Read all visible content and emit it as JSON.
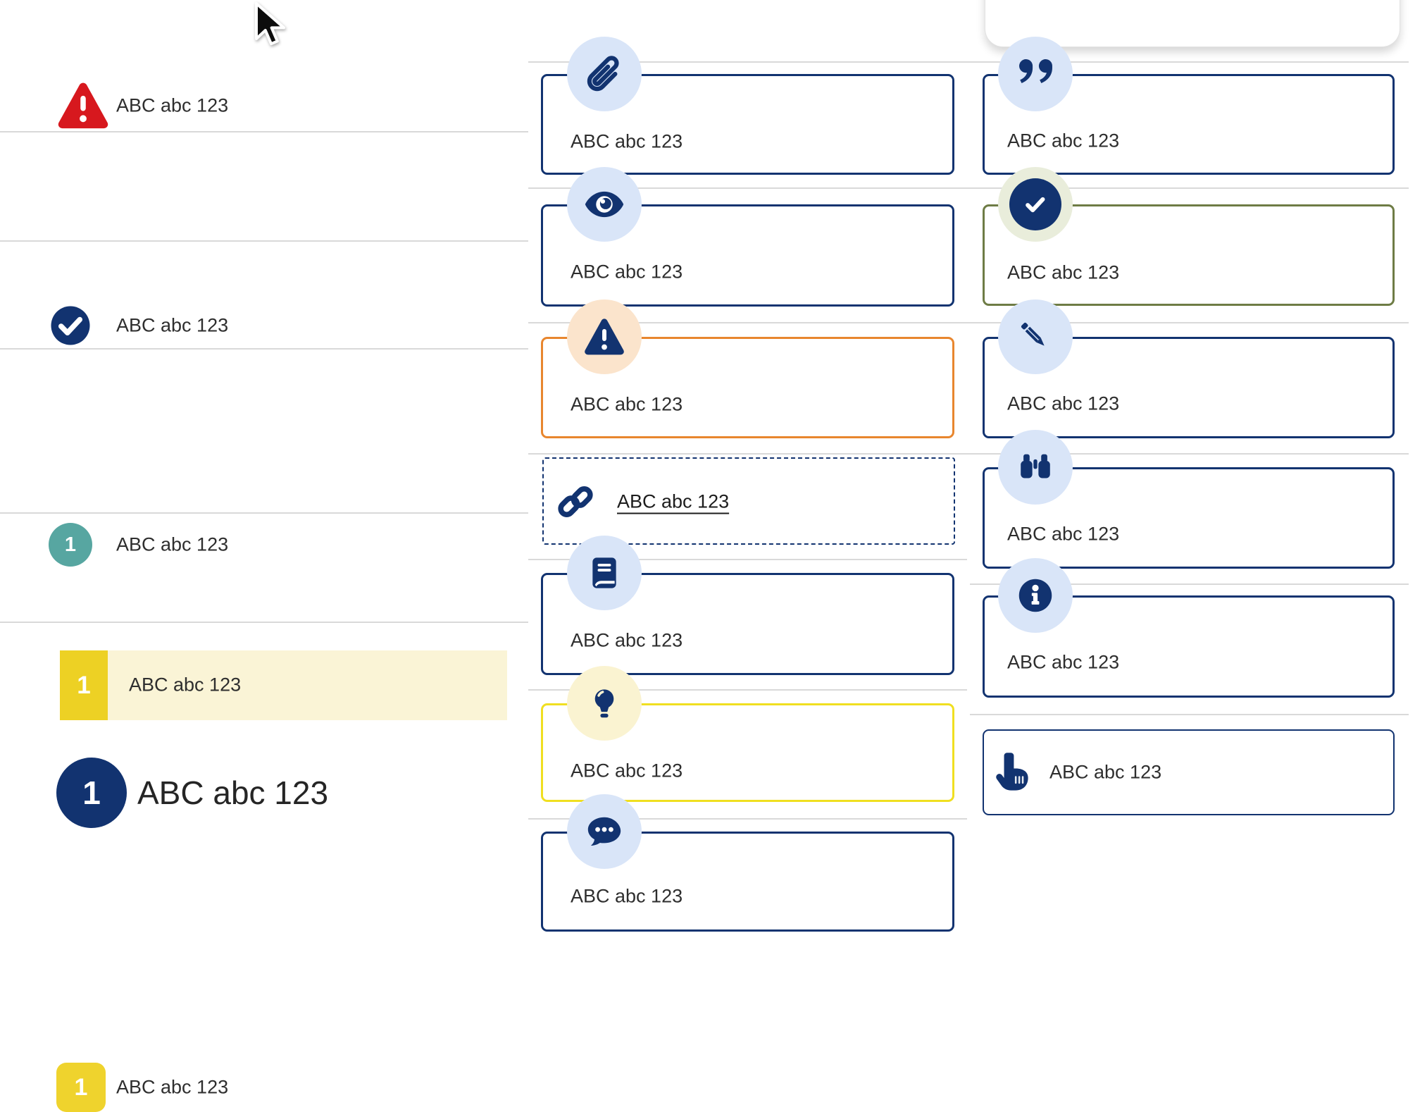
{
  "left_list": {
    "items": [
      {
        "icon": "alert-triangle-icon",
        "label": "ABC abc 123"
      },
      {
        "icon": "check-circle-icon",
        "label": "ABC abc 123"
      },
      {
        "icon": "teal-number-badge",
        "badge": "1",
        "label": "ABC abc 123"
      },
      {
        "icon": "navy-number-badge-large",
        "badge": "1",
        "label": "ABC abc 123"
      },
      {
        "icon": "yellow-number-badge",
        "badge": "1",
        "label": "ABC abc 123"
      },
      {
        "icon": "yellow-number-badge",
        "badge": "1",
        "label": "ABC abc 123",
        "highlighted": true
      }
    ]
  },
  "middle_callouts": {
    "items": [
      {
        "icon": "paperclip-icon",
        "label": "ABC abc 123",
        "variant": "navy"
      },
      {
        "icon": "eye-icon",
        "label": "ABC abc 123",
        "variant": "navy"
      },
      {
        "icon": "warning-triangle-icon",
        "label": "ABC abc 123",
        "variant": "orange"
      },
      {
        "icon": "link-icon",
        "label": "ABC abc 123",
        "variant": "dashed-link"
      },
      {
        "icon": "book-icon",
        "label": "ABC abc 123",
        "variant": "navy"
      },
      {
        "icon": "lightbulb-icon",
        "label": "ABC abc 123",
        "variant": "yellow"
      },
      {
        "icon": "speech-bubble-icon",
        "label": "ABC abc 123",
        "variant": "navy"
      }
    ]
  },
  "right_callouts": {
    "items": [
      {
        "icon": "quote-icon",
        "label": "ABC abc 123",
        "variant": "navy"
      },
      {
        "icon": "check-circle-icon",
        "label": "ABC abc 123",
        "variant": "olive"
      },
      {
        "icon": "pencil-icon",
        "label": "ABC abc 123",
        "variant": "navy"
      },
      {
        "icon": "binoculars-icon",
        "label": "ABC abc 123",
        "variant": "navy"
      },
      {
        "icon": "info-icon",
        "label": "ABC abc 123",
        "variant": "navy"
      },
      {
        "icon": "pointer-hand-icon",
        "label": "ABC abc 123",
        "variant": "navy-button"
      }
    ]
  },
  "colors": {
    "navy": "#123370",
    "light_blue_circle": "#d9e5f8",
    "red": "#d7181e",
    "teal": "#57a6a1",
    "yellow_badge": "#efd32d",
    "pale_yellow_row": "#faf4d6",
    "pale_yellow_circle": "#faf3d1",
    "yellow_border": "#f0df20",
    "orange_border": "#e8862e",
    "peach_circle": "#fbe4cc",
    "olive_border": "#6e7c45",
    "pale_green_circle": "#e9eddb",
    "divider": "#d9d9d9",
    "text": "#2e2e2e"
  }
}
